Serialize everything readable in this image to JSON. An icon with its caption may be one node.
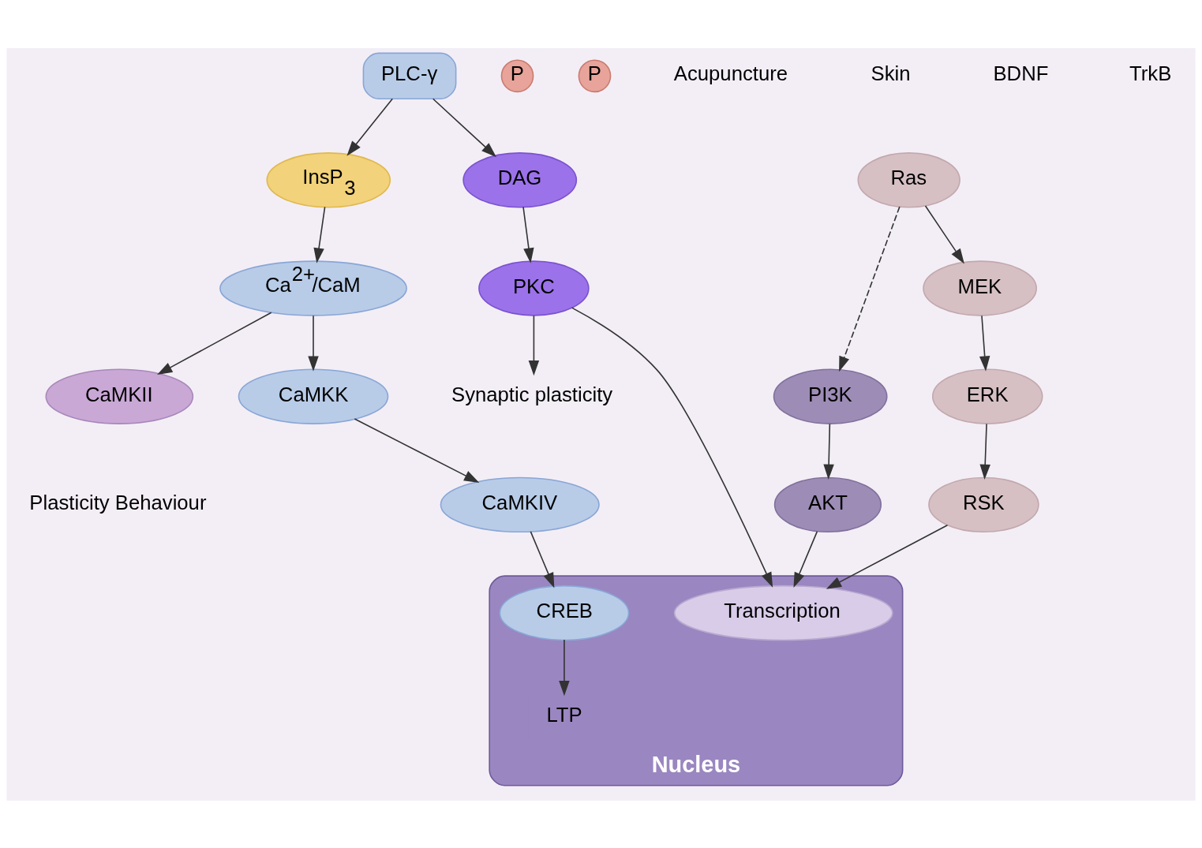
{
  "diagram": {
    "nodes": [
      {
        "text": [
          "PLC-γ"
        ]
      },
      {
        "text": [
          "InsP$_{3}$"
        ]
      },
      {
        "text": [
          "DAG"
        ]
      },
      {
        "text": [
          "Ca$^{2+}$/CaM"
        ]
      },
      {
        "text": [
          "PKC"
        ]
      },
      {
        "text": [
          "CaMKII"
        ],
        "beside": [
          "Plasticity Behaviour"
        ]
      },
      {
        "text": [
          "CaMKK"
        ]
      },
      {
        "text": [
          "CaMKIV"
        ]
      },
      {
        "text": [
          "Synaptic plasticity"
        ]
      },
      {
        "text": [
          "Ras"
        ]
      },
      {
        "text": [
          "PI3K"
        ]
      },
      {
        "text": [
          "AKT"
        ]
      },
      {
        "text": [
          "MEK"
        ]
      },
      {
        "text": [
          "ERK"
        ]
      },
      {
        "text": [
          "RSK"
        ]
      },
      {
        "text": [
          "Nucleus"
        ]
      },
      {
        "text": [
          "Transcription"
        ],
        "in": 15
      },
      {
        "text": [
          "CREB"
        ],
        "in": 15
      },
      {
        "text": [
          "LTP"
        ],
        "in": 15
      },
      {
        "text": [
          "P"
        ]
      },
      {
        "text": [
          "P"
        ]
      }
    ],
    "edges": [
      {
        "from": 0,
        "to": 1,
        "arrow": "to"
      },
      {
        "from": 0,
        "to": 2,
        "arrow": "to"
      },
      {
        "from": 1,
        "to": 3,
        "arrow": "to"
      },
      {
        "from": 2,
        "to": 4,
        "arrow": "to"
      },
      {
        "from": 3,
        "to": 5,
        "arrow": "to"
      },
      {
        "from": 3,
        "to": 6,
        "arrow": "to"
      },
      {
        "from": 6,
        "to": 7,
        "arrow": "to"
      },
      {
        "from": 4,
        "to": 8,
        "arrow": "to"
      },
      {
        "from": 4,
        "to": 16,
        "arrow": "to"
      },
      {
        "from": 7,
        "to": 17,
        "arrow": "to"
      },
      {
        "from": 17,
        "to": 18,
        "arrow": "to"
      },
      {
        "from": 9,
        "to": 10,
        "arrow": "to",
        "style": "dashed"
      },
      {
        "from": 9,
        "to": 12,
        "arrow": "to"
      },
      {
        "from": 12,
        "to": 13,
        "arrow": "to"
      },
      {
        "from": 13,
        "to": 14,
        "arrow": "to"
      },
      {
        "from": 10,
        "to": 11,
        "arrow": "to"
      },
      {
        "from": 11,
        "to": 16,
        "arrow": "to"
      },
      {
        "from": 14,
        "to": 16,
        "arrow": "to"
      }
    ],
    "labels": [
      "Acupuncture",
      "Skin",
      "BDNF",
      "TrkB"
    ]
  }
}
